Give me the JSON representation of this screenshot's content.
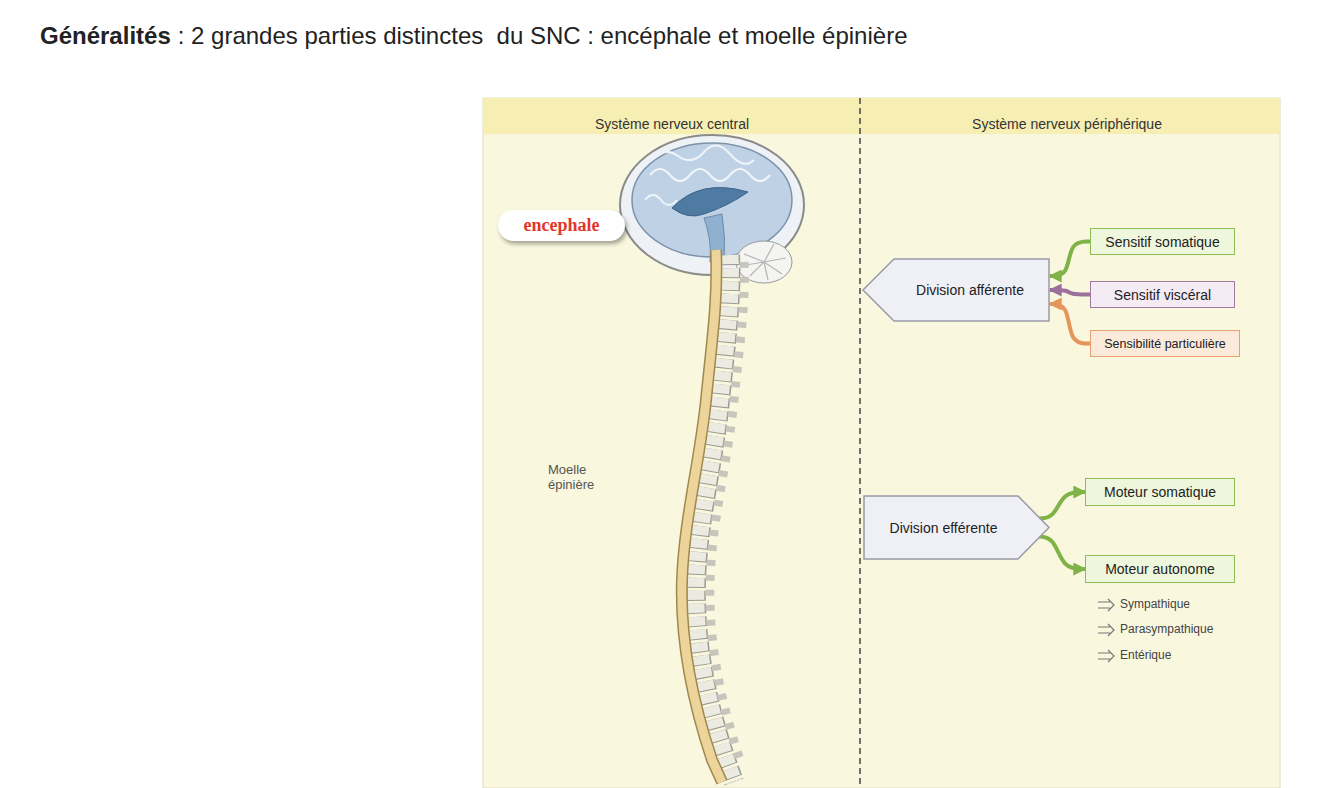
{
  "diagram": {
    "title": "Généralités",
    "nodes": [
      {
        "text": [
          "encephale"
        ]
      },
      {
        "text": [
          "Division afférente"
        ]
      },
      {
        "text": [
          "Sensitif somatique"
        ]
      },
      {
        "text": [
          "Sensitif viscéral"
        ]
      },
      {
        "text": [
          "Sensibilité particulière"
        ]
      },
      {
        "text": [
          "Division efférente"
        ]
      },
      {
        "text": [
          "Moteur somatique"
        ]
      },
      {
        "text": [
          "Moteur autonome"
        ]
      }
    ],
    "edges": [
      {
        "from": 2,
        "to": 1,
        "arrow": "to"
      },
      {
        "from": 3,
        "to": 1,
        "arrow": "to"
      },
      {
        "from": 4,
        "to": 1,
        "arrow": "to"
      },
      {
        "from": 5,
        "to": 6,
        "arrow": "to"
      },
      {
        "from": 5,
        "to": 7,
        "arrow": "to"
      }
    ],
    "labels": [
      ": 2 grandes parties distinctes  du SNC : encéphale et moelle épinière",
      "Système nerveux central",
      "Système nerveux périphérique",
      "Moelle épinière",
      "Sympathique",
      "Parasympathique",
      "Entérique"
    ]
  }
}
